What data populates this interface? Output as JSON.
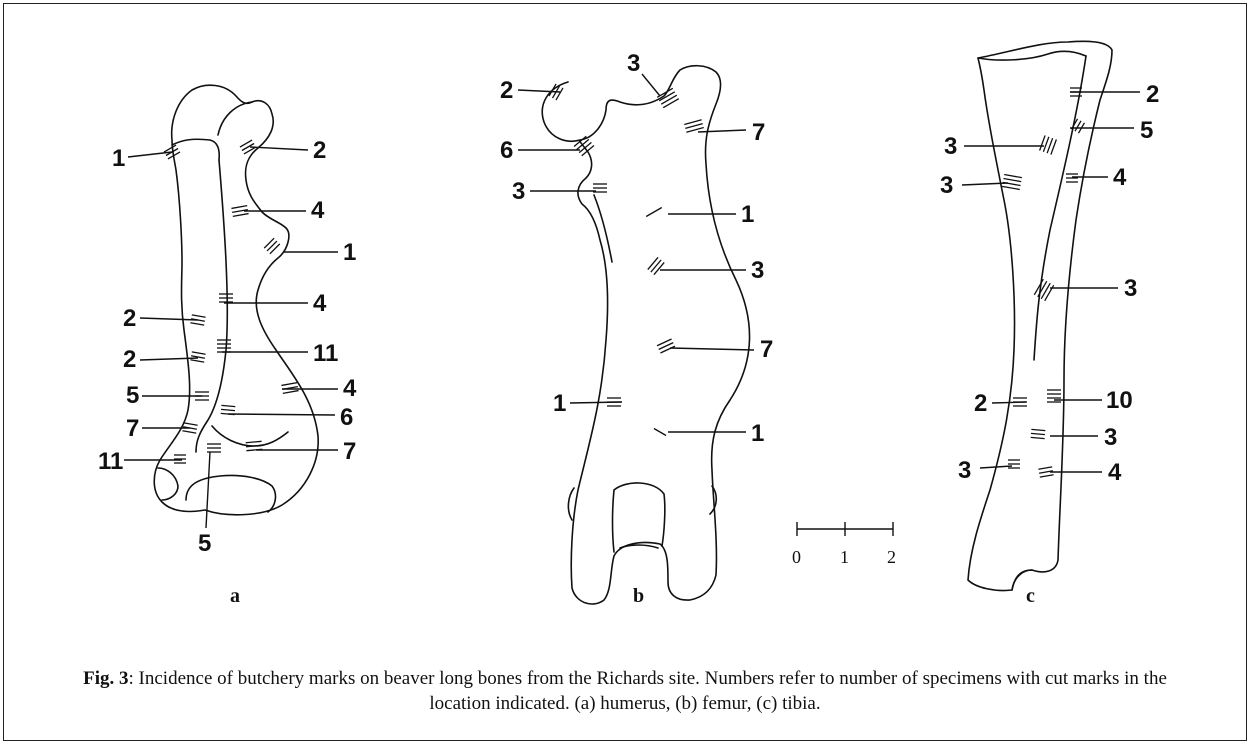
{
  "figure": {
    "panels": [
      {
        "id": "a",
        "bone": "humerus",
        "label": "a",
        "counts": [
          {
            "side": "left",
            "value": "1"
          },
          {
            "side": "right",
            "value": "2"
          },
          {
            "side": "right",
            "value": "4"
          },
          {
            "side": "right",
            "value": "1"
          },
          {
            "side": "right",
            "value": "4"
          },
          {
            "side": "left",
            "value": "2"
          },
          {
            "side": "right",
            "value": "11"
          },
          {
            "side": "left",
            "value": "2"
          },
          {
            "side": "right",
            "value": "4"
          },
          {
            "side": "left",
            "value": "5"
          },
          {
            "side": "right",
            "value": "6"
          },
          {
            "side": "left",
            "value": "7"
          },
          {
            "side": "right",
            "value": "7"
          },
          {
            "side": "left",
            "value": "11"
          },
          {
            "side": "bottom",
            "value": "5"
          }
        ]
      },
      {
        "id": "b",
        "bone": "femur",
        "label": "b",
        "counts": [
          {
            "side": "left",
            "value": "2"
          },
          {
            "side": "top",
            "value": "3"
          },
          {
            "side": "right",
            "value": "7"
          },
          {
            "side": "left",
            "value": "6"
          },
          {
            "side": "left",
            "value": "3"
          },
          {
            "side": "right",
            "value": "1"
          },
          {
            "side": "right",
            "value": "3"
          },
          {
            "side": "right",
            "value": "7"
          },
          {
            "side": "left",
            "value": "1"
          },
          {
            "side": "right",
            "value": "1"
          }
        ]
      },
      {
        "id": "c",
        "bone": "tibia",
        "label": "c",
        "counts": [
          {
            "side": "right",
            "value": "2"
          },
          {
            "side": "right",
            "value": "5"
          },
          {
            "side": "left",
            "value": "3"
          },
          {
            "side": "left",
            "value": "3"
          },
          {
            "side": "right",
            "value": "4"
          },
          {
            "side": "right",
            "value": "3"
          },
          {
            "side": "left",
            "value": "2"
          },
          {
            "side": "right",
            "value": "10"
          },
          {
            "side": "right",
            "value": "3"
          },
          {
            "side": "left",
            "value": "3"
          },
          {
            "side": "right",
            "value": "4"
          }
        ]
      }
    ],
    "scale_bar": {
      "ticks": [
        "0",
        "1",
        "2"
      ]
    }
  },
  "caption": {
    "prefix": "Fig. 3",
    "text": ": Incidence of butchery marks on beaver long bones from the Richards site. Numbers refer to number of specimens with cut marks in the location indicated. (a) humerus, (b) femur, (c) tibia."
  }
}
